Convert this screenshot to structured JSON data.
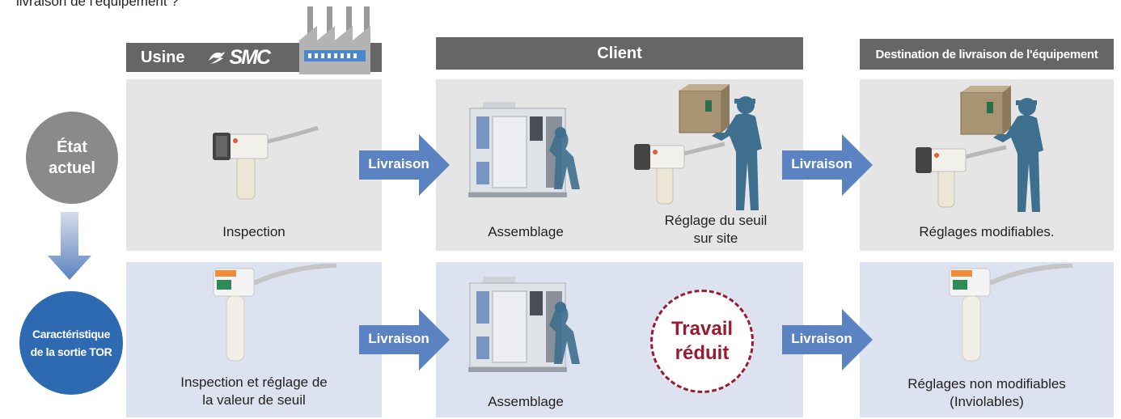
{
  "intro_text": "livraison de l'équipement ?",
  "headers": {
    "factory": "Usine",
    "factory_brand": "SMC",
    "client": "Client",
    "destination": "Destination de livraison de l'équipement"
  },
  "states": {
    "current": [
      "État",
      "actuel"
    ],
    "feature": [
      "Caractéristique",
      "de la sortie TOR"
    ]
  },
  "arrow_label": "Livraison",
  "row1": {
    "factory_caption": "Inspection",
    "client_caption_1": "Assemblage",
    "client_caption_2": [
      "Réglage du seuil",
      "sur site"
    ],
    "dest_caption": "Réglages modifiables."
  },
  "row2": {
    "factory_caption": [
      "Inspection et réglage de",
      "la valeur de seuil"
    ],
    "client_caption": "Assemblage",
    "reduced_work": [
      "Travail",
      "réduit"
    ],
    "dest_caption": [
      "Réglages non modifiables",
      "(Inviolables)"
    ]
  },
  "colors": {
    "header_gray": "#666666",
    "panel_gray": "#e5e5e5",
    "panel_blue": "#dde2f0",
    "arrow_blue": "#5b82c1",
    "state_gray": "#8a8a8a",
    "state_blue": "#2e6ab2",
    "reduced_red": "#9b1c31"
  }
}
